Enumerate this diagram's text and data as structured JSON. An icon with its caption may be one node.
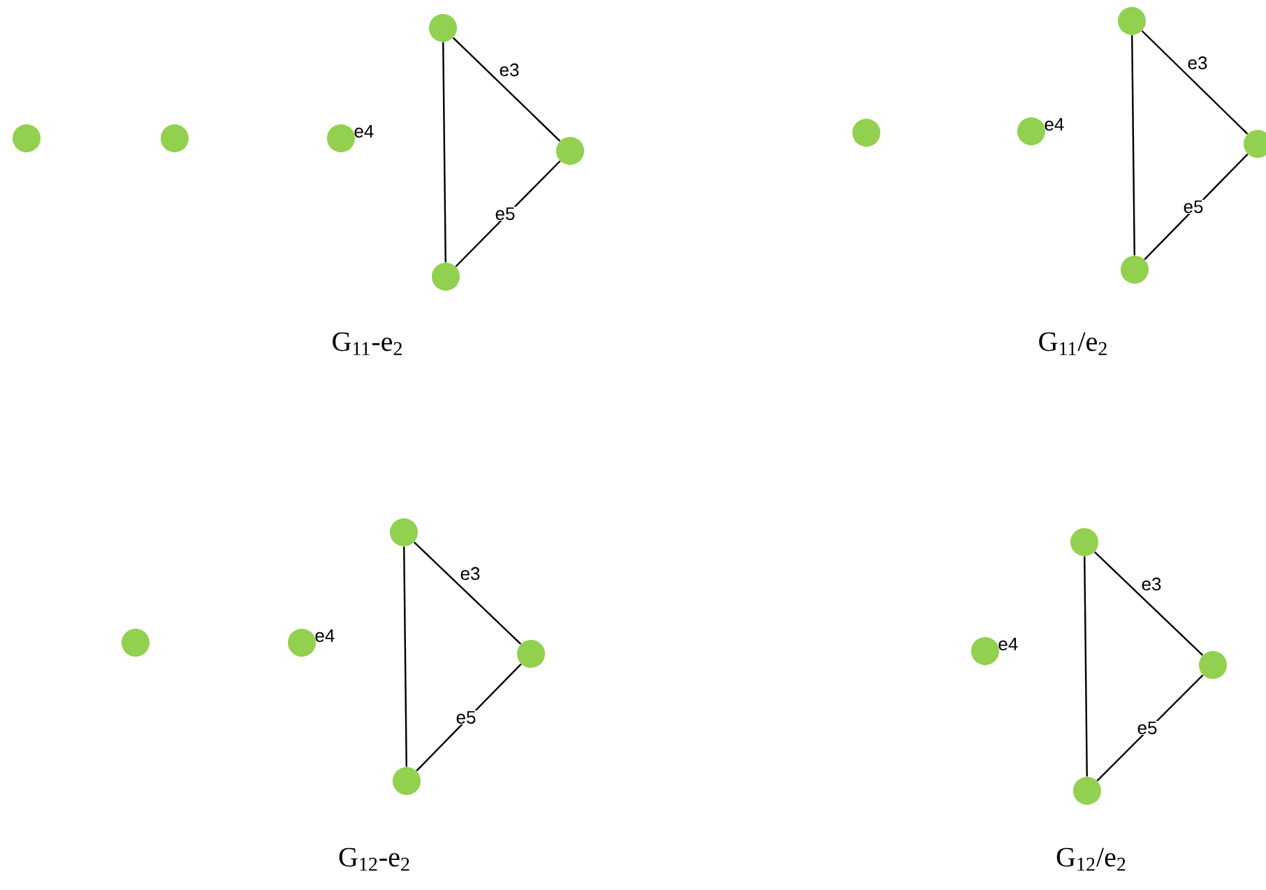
{
  "diagram": {
    "nodes": [
      {
        "text": [],
        "shape": "circle"
      },
      {
        "text": [],
        "shape": "circle"
      },
      {
        "text": [],
        "shape": "circle",
        "beside": [
          "e4"
        ]
      },
      {
        "text": [],
        "shape": "circle"
      },
      {
        "text": [],
        "shape": "circle"
      },
      {
        "text": [],
        "shape": "circle"
      },
      {
        "text": [],
        "shape": "circle"
      },
      {
        "text": [],
        "shape": "circle",
        "beside": [
          "e4"
        ]
      },
      {
        "text": [],
        "shape": "circle"
      },
      {
        "text": [],
        "shape": "circle"
      },
      {
        "text": [],
        "shape": "circle"
      },
      {
        "text": [],
        "shape": "circle"
      },
      {
        "text": [],
        "shape": "circle",
        "beside": [
          "e4"
        ]
      },
      {
        "text": [],
        "shape": "circle"
      },
      {
        "text": [],
        "shape": "circle"
      },
      {
        "text": [],
        "shape": "circle"
      },
      {
        "text": [],
        "shape": "circle",
        "beside": [
          "e4"
        ]
      },
      {
        "text": [],
        "shape": "circle"
      },
      {
        "text": [],
        "shape": "circle"
      },
      {
        "text": [],
        "shape": "circle"
      }
    ],
    "edges": [
      {
        "from": 3,
        "to": 4,
        "arrow": "none",
        "label": "e3"
      },
      {
        "from": 4,
        "to": 5,
        "arrow": "none",
        "label": "e5"
      },
      {
        "from": 3,
        "to": 5,
        "arrow": "none"
      },
      {
        "from": 8,
        "to": 9,
        "arrow": "none",
        "label": "e3"
      },
      {
        "from": 9,
        "to": 10,
        "arrow": "none",
        "label": "e5"
      },
      {
        "from": 8,
        "to": 10,
        "arrow": "none"
      },
      {
        "from": 13,
        "to": 14,
        "arrow": "none",
        "label": "e3"
      },
      {
        "from": 14,
        "to": 15,
        "arrow": "none",
        "label": "e5"
      },
      {
        "from": 13,
        "to": 15,
        "arrow": "none"
      },
      {
        "from": 17,
        "to": 18,
        "arrow": "none",
        "label": "e3"
      },
      {
        "from": 18,
        "to": 19,
        "arrow": "none",
        "label": "e5"
      },
      {
        "from": 17,
        "to": 19,
        "arrow": "none"
      }
    ],
    "labels": [
      "G$_{11}$-e$_{2}$",
      "G$_{11}$/e$_{2}$",
      "G$_{12}$-e$_{2}$",
      "G$_{12}$/e$_{2}$"
    ]
  }
}
